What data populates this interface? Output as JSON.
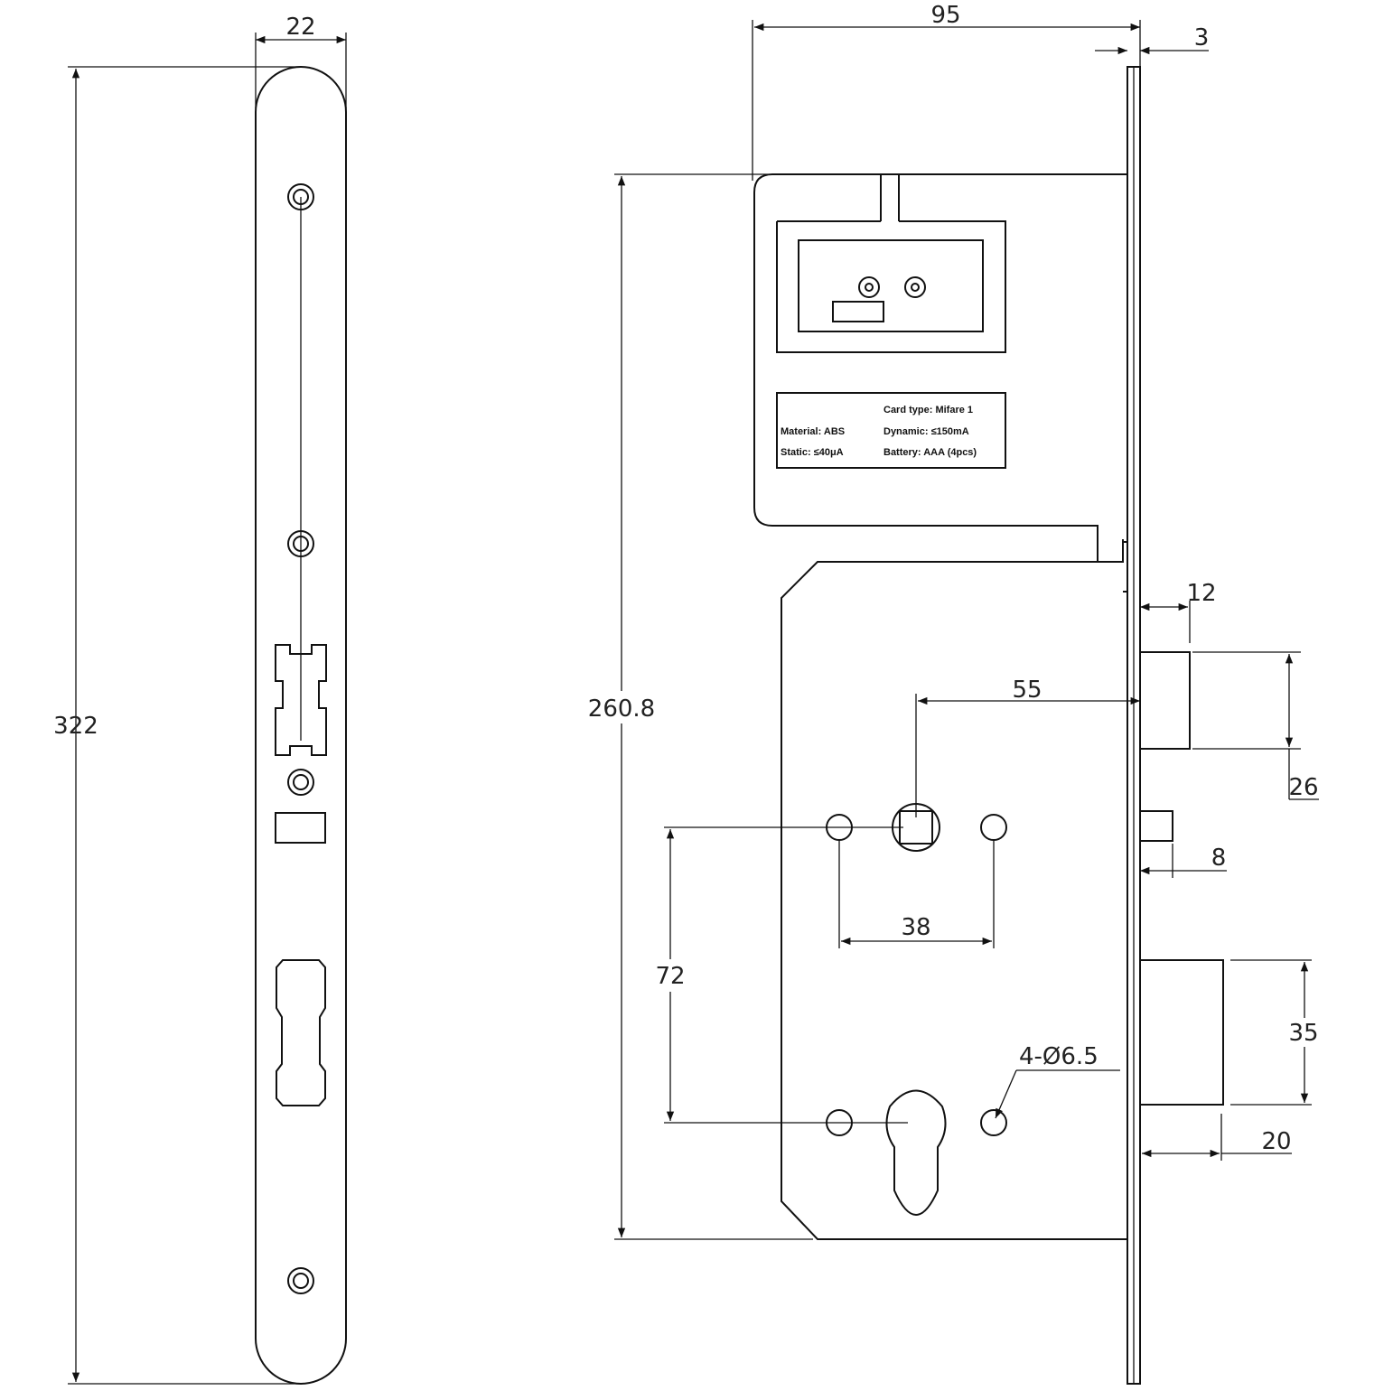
{
  "faceplate_dims": {
    "width": "22",
    "height": "322"
  },
  "body_dims": {
    "depth": "95",
    "plate_thickness": "3",
    "height": "260.8",
    "latch_offset": "12",
    "latch_height": "26",
    "backset": "55",
    "small_bolt": "8",
    "hole_spacing": "38",
    "vertical_spacing": "72",
    "holes": "4-Ø6.5",
    "deadbolt_height": "35",
    "deadbolt_throw": "20"
  },
  "label": {
    "card_type": "Card type: Mifare 1",
    "material": "Material: ABS",
    "dynamic": "Dynamic: ≤150mA",
    "static": "Static: ≤40μA",
    "battery": "Battery: AAA (4pcs)"
  }
}
